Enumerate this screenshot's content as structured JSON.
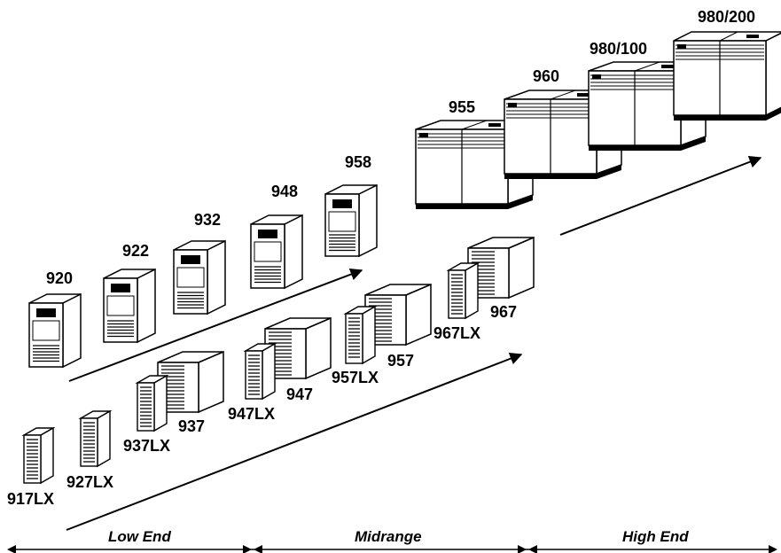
{
  "colors": {
    "ink": "#000000",
    "paper": "#ffffff",
    "panel": "#f2f2f2"
  },
  "towers": [
    {
      "label": "920"
    },
    {
      "label": "922"
    },
    {
      "label": "932"
    },
    {
      "label": "948"
    },
    {
      "label": "958"
    }
  ],
  "minitowers": [
    {
      "label": "917LX"
    },
    {
      "label": "927LX"
    },
    {
      "label": "937LX"
    },
    {
      "label": "947LX"
    },
    {
      "label": "957LX"
    },
    {
      "label": "967LX"
    }
  ],
  "cubes": [
    {
      "label": "937"
    },
    {
      "label": "947"
    },
    {
      "label": "957"
    },
    {
      "label": "967"
    }
  ],
  "cabinets": [
    {
      "label": "955"
    },
    {
      "label": "960"
    },
    {
      "label": "980/100"
    },
    {
      "label": "980/200"
    }
  ],
  "segments": [
    {
      "label": "Low End"
    },
    {
      "label": "Midrange"
    },
    {
      "label": "High End"
    }
  ]
}
